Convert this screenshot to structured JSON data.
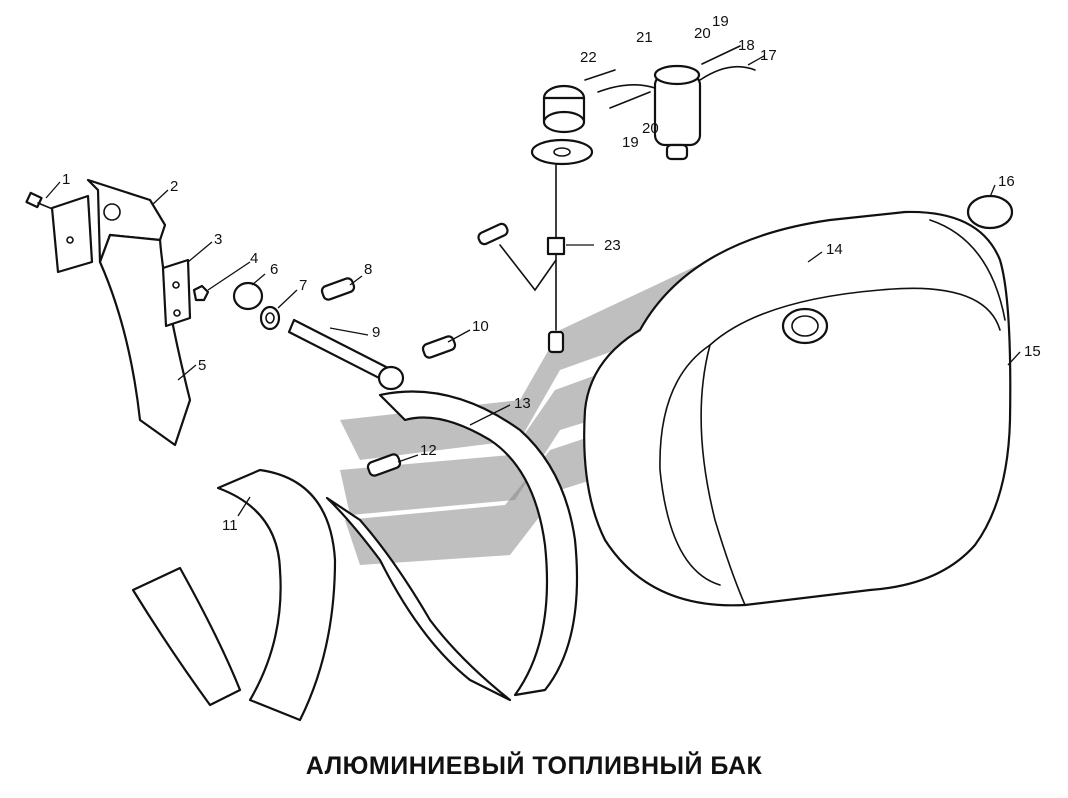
{
  "title": "АЛЮМИНИЕВЫЙ ТОПЛИВНЫЙ БАК",
  "callouts": [
    "1",
    "2",
    "3",
    "4",
    "5",
    "6",
    "7",
    "8",
    "9",
    "10",
    "11",
    "12",
    "13",
    "14",
    "15",
    "16",
    "17",
    "18",
    "19",
    "20",
    "21",
    "22",
    "23"
  ],
  "callouts_extra": [
    "19",
    "20"
  ],
  "colors": {
    "line": "#111111",
    "watermark": "#8a8a8a",
    "background": "#ffffff"
  }
}
